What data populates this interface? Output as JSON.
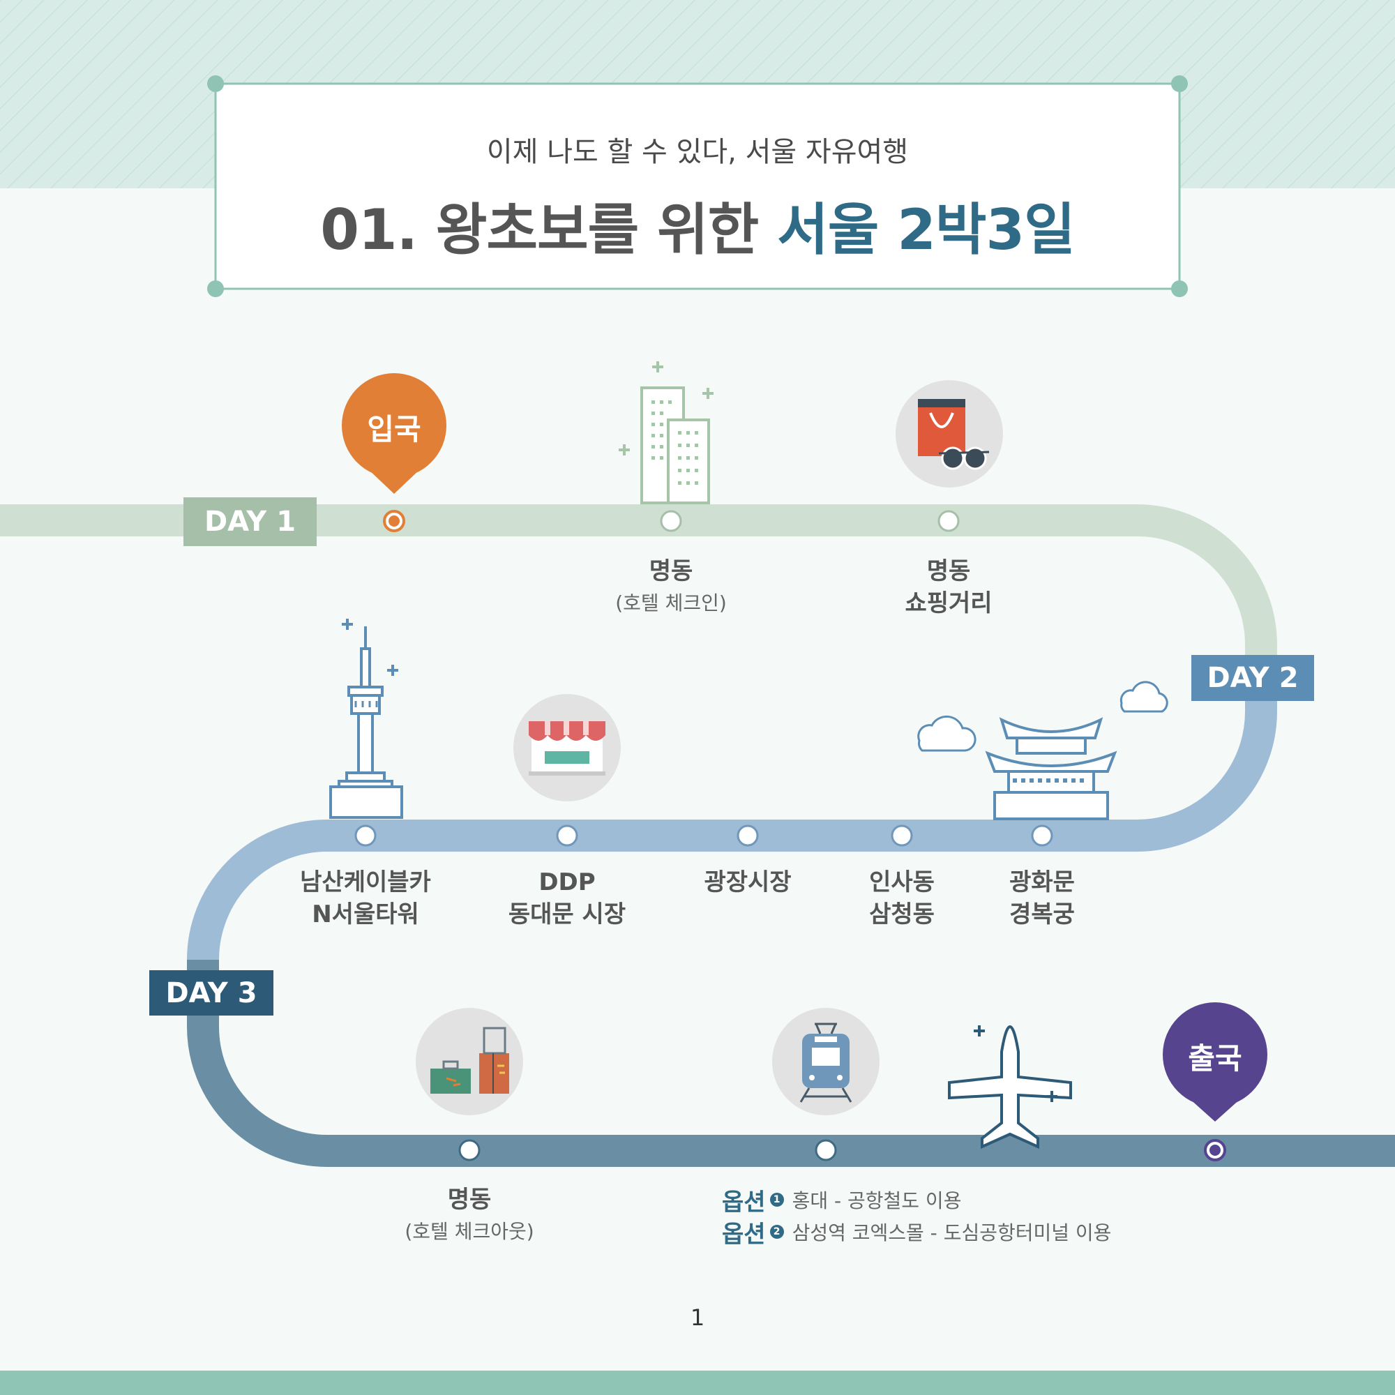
{
  "header": {
    "subtitle": "이제 나도 할 수 있다, 서울 자유여행",
    "title_main": "01. 왕초보를 위한",
    "title_accent": "서울 2박3일"
  },
  "days": {
    "day1": "DAY 1",
    "day2": "DAY 2",
    "day3": "DAY 3"
  },
  "pins": {
    "entry": "입국",
    "exit": "출국"
  },
  "stops": {
    "day1": [
      {
        "name": "명동",
        "note": "(호텔 체크인)"
      },
      {
        "name_line1": "명동",
        "name_line2": "쇼핑거리"
      }
    ],
    "day2": [
      {
        "line1": "남산케이블카",
        "line2": "N서울타워"
      },
      {
        "line1": "DDP",
        "line2": "동대문 시장"
      },
      {
        "line1": "광장시장"
      },
      {
        "line1": "인사동",
        "line2": "삼청동"
      },
      {
        "line1": "광화문",
        "line2": "경복궁"
      }
    ],
    "day3": [
      {
        "name": "명동",
        "note": "(호텔 체크아웃)"
      }
    ]
  },
  "options": [
    {
      "key": "옵션",
      "num": "1",
      "text": "홍대 - 공항철도 이용"
    },
    {
      "key": "옵션",
      "num": "2",
      "text": "삼성역 코엑스몰 - 도심공항터미널 이용"
    }
  ],
  "page_number": "1",
  "colors": {
    "day1_track": "#cfe0d3",
    "day1_tag": "#a5bfa8",
    "day2_track": "#9fbcd6",
    "day2_tag": "#5b8db5",
    "day3_track": "#6a8ea3",
    "day3_tag": "#2d5a76",
    "entry_pin": "#e07f35",
    "exit_pin": "#56448f",
    "accent": "#2f6b86",
    "bottom_band": "#8ec5b4"
  }
}
